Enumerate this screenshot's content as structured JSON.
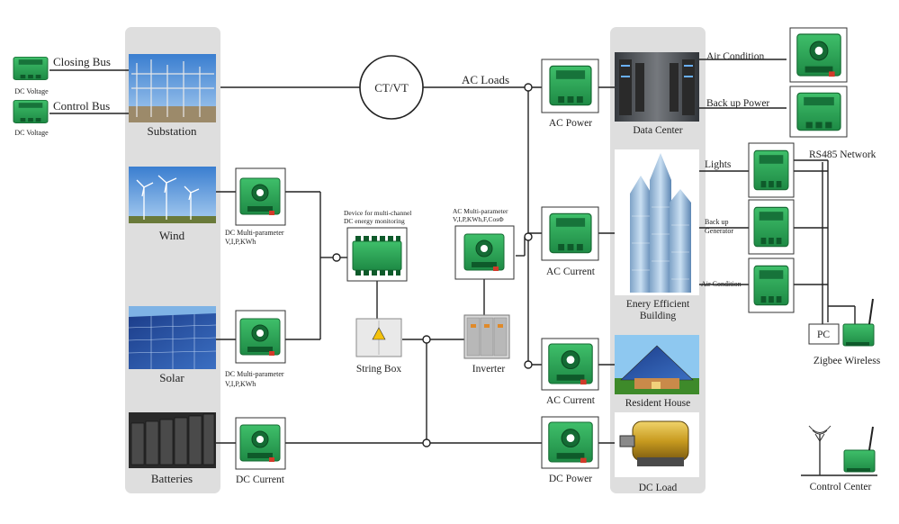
{
  "left": {
    "closing_bus": "Closing Bus",
    "control_bus": "Control Bus",
    "dc_voltage": "DC Voltage"
  },
  "sources": {
    "substation": "Substation",
    "wind": "Wind",
    "solar": "Solar",
    "batteries": "Batteries"
  },
  "devices": {
    "dc_multi_1": "DC Multi-parameter",
    "dc_multi_1_sub": "V,I,P,KWh",
    "dc_multi_2": "DC Multi-parameter",
    "dc_multi_2_sub": "V,I,P,KWh",
    "dc_current": "DC Current",
    "multichannel_1": "Device for multi-channel",
    "multichannel_2": "DC energy monitoring",
    "string_box": "String Box",
    "ac_multi": "AC Multi-parameter",
    "ac_multi_sub": "V,I,P,KWh,F,CosΦ",
    "inverter": "Inverter",
    "ctvt": "CT/VT",
    "ac_loads": "AC  Loads",
    "ac_power": "AC Power",
    "ac_current_1": "AC Current",
    "ac_current_2": "AC Current",
    "dc_power": "DC Power"
  },
  "loads": {
    "data_center": "Data Center",
    "building_1": "Enery Efficient",
    "building_2": "Building",
    "resident_house": "Resident House",
    "dc_load": "DC Load"
  },
  "right": {
    "air_condition_top": "Air Condition",
    "backup_power": "Back up Power",
    "rs485": "RS485 Network",
    "lights": "Lights",
    "backup_gen_1": "Back up",
    "backup_gen_2": "Generator",
    "air_condition_mid": "Air Condition",
    "pc": "PC",
    "zigbee": "Zigbee Wireless",
    "control_center": "Control Center"
  }
}
